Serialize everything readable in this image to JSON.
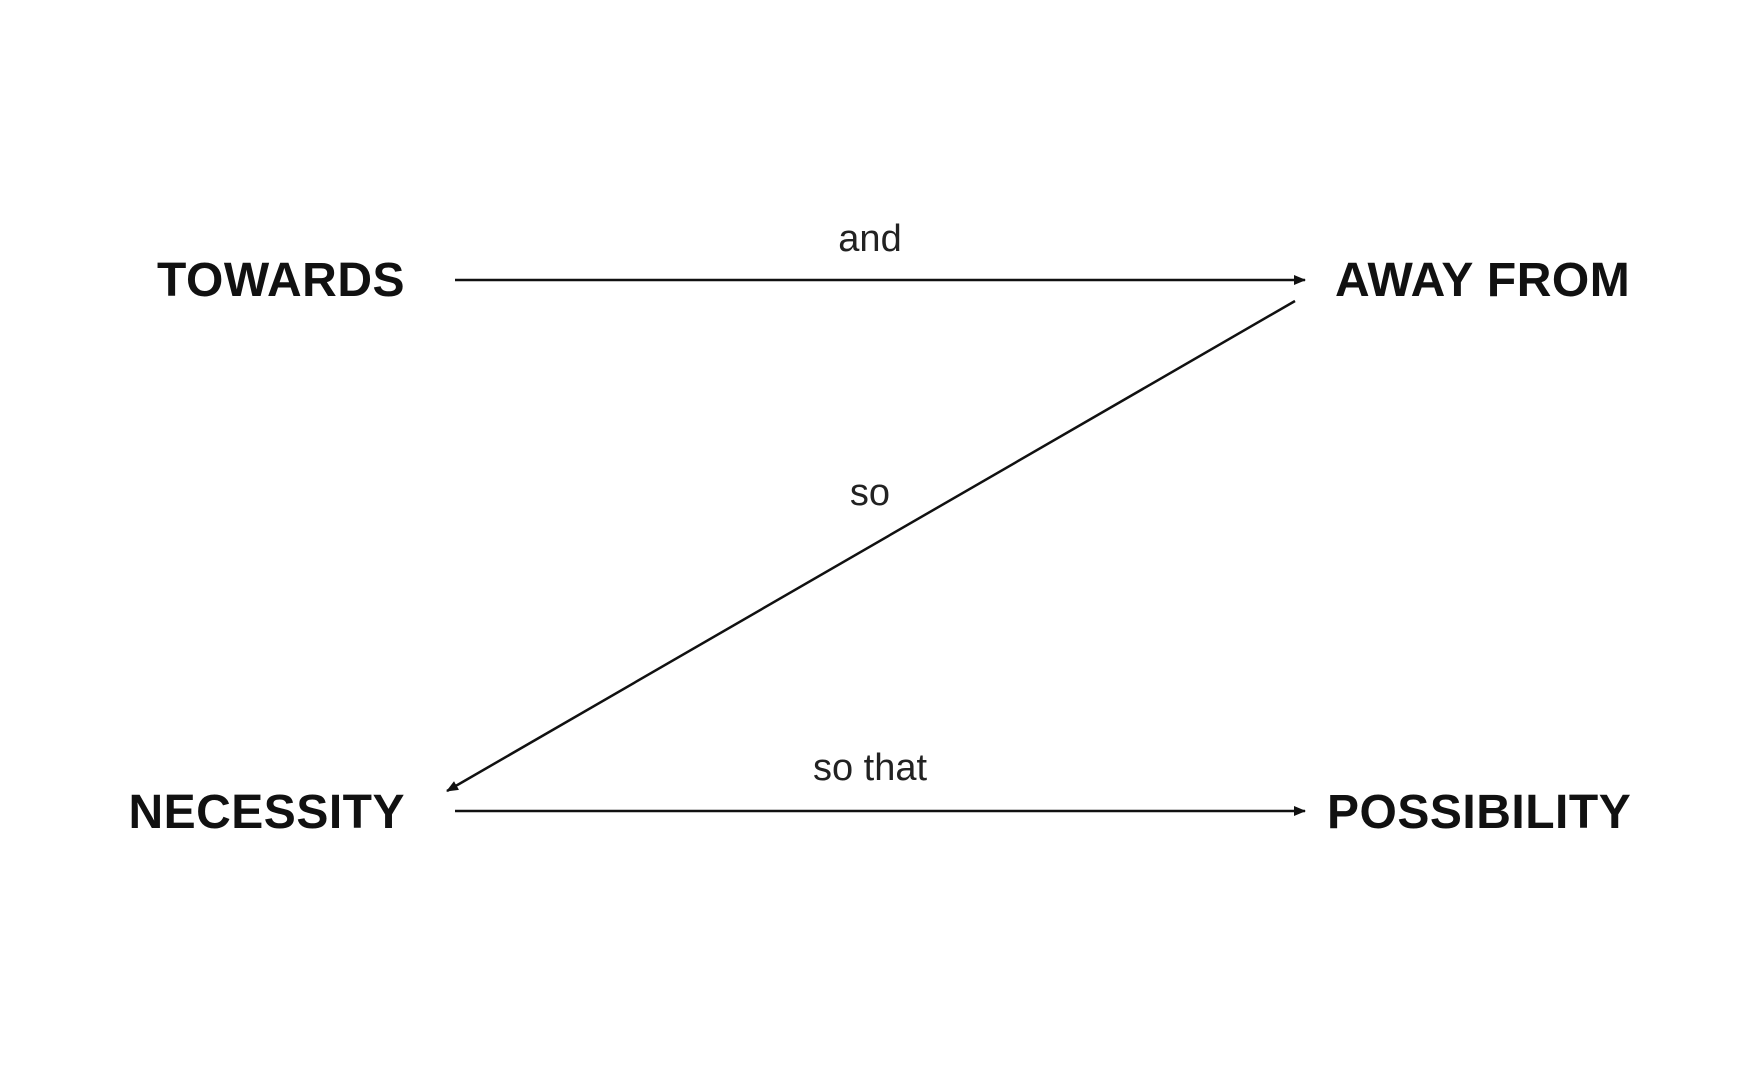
{
  "nodes": {
    "towards": "TOWARDS",
    "away_from": "AWAY FROM",
    "necessity": "NECESSITY",
    "possibility": "POSSIBILITY"
  },
  "edges": {
    "top": "and",
    "diagonal": "so",
    "bottom": "so that"
  }
}
